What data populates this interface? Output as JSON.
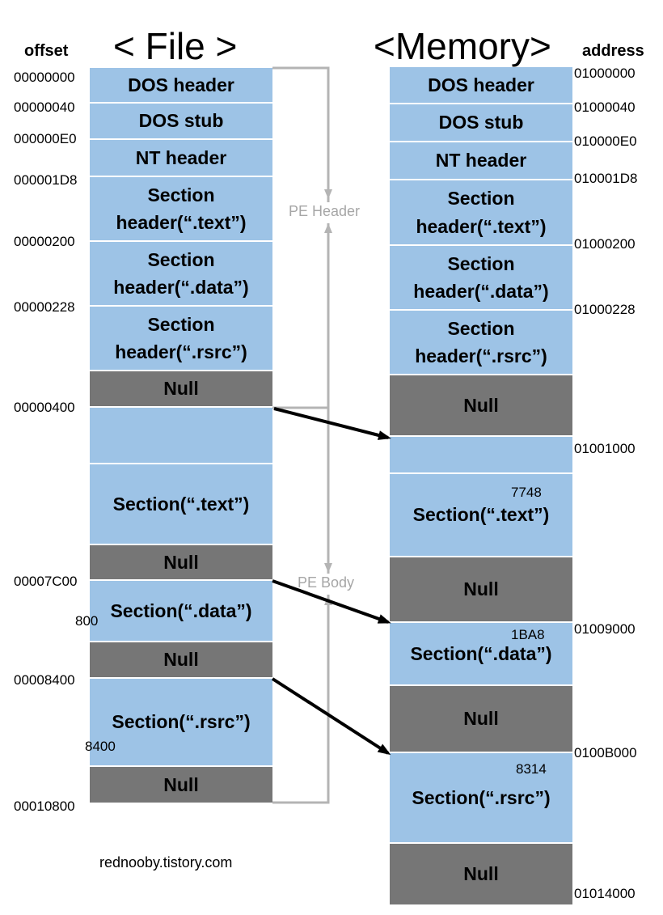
{
  "titles": {
    "file": "< File >",
    "memory": "<Memory>",
    "offset": "offset",
    "address": "address"
  },
  "file": {
    "blocks": [
      {
        "label": "DOS header"
      },
      {
        "label": "DOS stub"
      },
      {
        "label": "NT header"
      },
      {
        "label": "Section header(“.text”)"
      },
      {
        "label": "Section header(“.data”)"
      },
      {
        "label": "Section header(“.rsrc”)"
      },
      {
        "label": "Null"
      },
      {
        "label": ""
      },
      {
        "label": "Section(“.text”)"
      },
      {
        "label": "Null"
      },
      {
        "label": "Section(“.data”)"
      },
      {
        "label": "Null"
      },
      {
        "label": "Section(“.rsrc”)"
      },
      {
        "label": "Null"
      }
    ],
    "offsets": [
      "00000000",
      "00000040",
      "000000E0",
      "000001D8",
      "00000200",
      "00000228",
      "00000400",
      "00007C00",
      "00008400",
      "00010800"
    ],
    "sizes": {
      "data": "800",
      "rsrc": "8400"
    }
  },
  "memory": {
    "blocks": [
      {
        "label": "DOS header"
      },
      {
        "label": "DOS stub"
      },
      {
        "label": "NT header"
      },
      {
        "label": "Section header(“.text”)"
      },
      {
        "label": "Section header(“.data”)"
      },
      {
        "label": "Section header(“.rsrc”)"
      },
      {
        "label": "Null"
      },
      {
        "label": ""
      },
      {
        "label": "Section(“.text”)"
      },
      {
        "label": "Null"
      },
      {
        "label": "Section(“.data”)"
      },
      {
        "label": "Null"
      },
      {
        "label": "Section(“.rsrc”)"
      },
      {
        "label": "Null"
      }
    ],
    "addresses": [
      "01000000",
      "01000040",
      "010000E0",
      "010001D8",
      "01000200",
      "01000228",
      "01001000",
      "01009000",
      "0100B000",
      "01014000"
    ],
    "sizes": {
      "text": "7748",
      "data": "1BA8",
      "rsrc": "8314"
    }
  },
  "regions": {
    "header": "PE Header",
    "body": "PE Body"
  },
  "credit": "rednooby.tistory.com",
  "colors": {
    "section": "#9dc3e6",
    "null": "#767676",
    "bracket": "#b4b4b4",
    "arrow": "#000000"
  }
}
